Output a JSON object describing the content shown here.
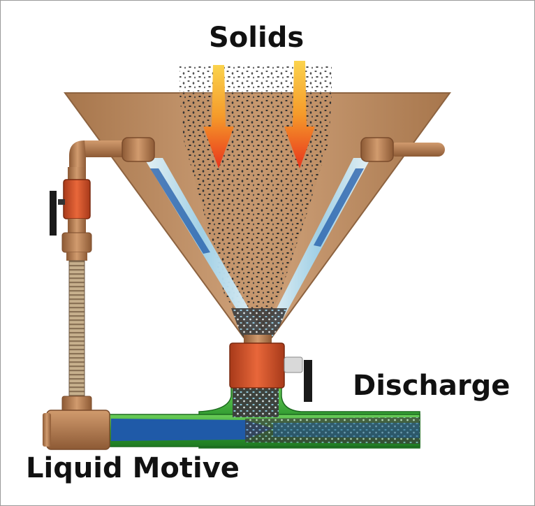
{
  "labels": {
    "solids": "Solids",
    "discharge": "Discharge",
    "liquid_motive": "Liquid Motive"
  },
  "colors": {
    "hopper_tan": "#b88a5f",
    "hopper_inner": "#cfa27a",
    "pipe_green": "#3aa23a",
    "liquid_blue": "#1f5aa8",
    "spray_light_blue": "#a9d8ee",
    "valve_orange": "#d4532a",
    "brass": "#b88055",
    "arrow_red": "#e8341c",
    "arrow_yellow": "#f7b733",
    "particle_dark": "#2b2b2b"
  },
  "icons": {
    "solids_arrows": "down-arrow-icon",
    "valves": "valve-icon"
  }
}
